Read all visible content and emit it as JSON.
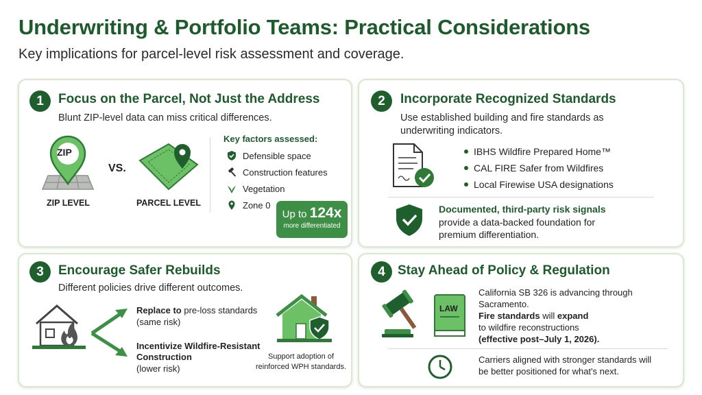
{
  "header": {
    "title": "Underwriting & Portfolio Teams: Practical Considerations",
    "subtitle": "Key implications for parcel-level risk assessment and coverage."
  },
  "card1": {
    "number": "1",
    "title": "Focus on the Parcel, Not Just the Address",
    "subtitle": "Blunt ZIP-level data can miss critical differences.",
    "zip_pin_text": "ZIP",
    "zip_label": "ZIP LEVEL",
    "vs_label": "VS.",
    "parcel_label": "PARCEL LEVEL",
    "factors_heading": "Key factors assessed:",
    "factors": [
      {
        "icon": "shield-icon",
        "label": "Defensible space"
      },
      {
        "icon": "hammer-icon",
        "label": "Construction features"
      },
      {
        "icon": "leaf-icon",
        "label": "Vegetation"
      },
      {
        "icon": "pin-icon",
        "label": "Zone 0"
      }
    ],
    "badge_prefix": "Up to ",
    "badge_value": "124x",
    "badge_caption": "more differentiated"
  },
  "card2": {
    "number": "2",
    "title": "Incorporate Recognized Standards",
    "subtitle": "Use established building and fire standards as underwriting indicators.",
    "standards": [
      "IBHS Wildfire Prepared Home™",
      "CAL FIRE Safer from Wildfires",
      "Local Firewise USA designations"
    ],
    "signals_bold": "Documented, third-party risk signals",
    "signals_text": "provide a data-backed foundation for premium differentiation."
  },
  "card3": {
    "number": "3",
    "title": "Encourage Safer Rebuilds",
    "subtitle": "Different policies drive different outcomes.",
    "option1_bold": "Replace to",
    "option1_text": " pre-loss standards",
    "option1_note": "(same risk)",
    "option2_bold": "Incentivize Wildfire-Resistant Construction",
    "option2_note": "(lower risk)",
    "support_text": "Support adoption of reinforced WPH standards."
  },
  "card4": {
    "number": "4",
    "title": "Stay Ahead of Policy & Regulation",
    "book_label": "LAW",
    "line1": "California SB 326 is advancing through Sacramento.",
    "line2_bold_a": "Fire standards",
    "line2_mid": " will ",
    "line2_bold_b": "expand",
    "line3": "to wildfire reconstructions",
    "line4_bold": "(effective post–July 1, 2026).",
    "footer_text": "Carriers aligned with stronger standards will be better positioned for what's next."
  },
  "colors": {
    "primary_dark": "#1d5a2c",
    "primary": "#3c8f44",
    "light": "#6cc066",
    "card_border": "#d9e8cf"
  }
}
